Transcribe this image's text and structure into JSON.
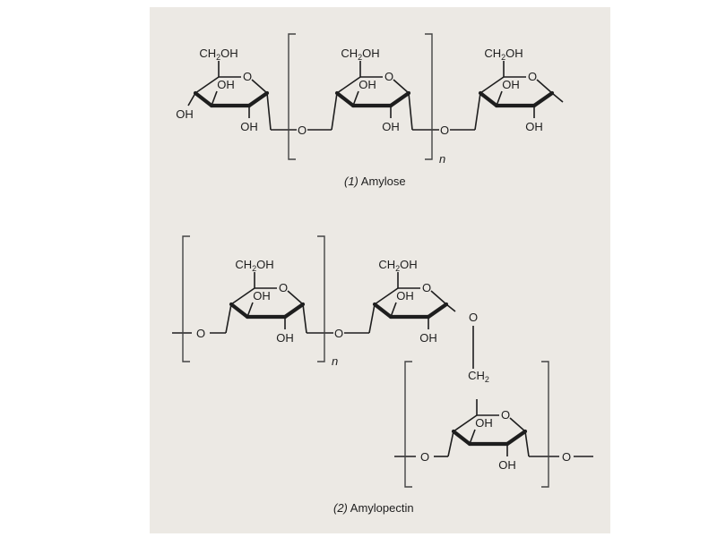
{
  "labels": {
    "ch2oh_prefix": "CH",
    "ch2oh_sub": "2",
    "ch2oh_suffix": "OH",
    "ch2_prefix": "CH",
    "ch2_sub": "2",
    "oh": "OH",
    "ring_o": "O",
    "link_o": "O",
    "repeat_n": "n"
  },
  "captions": {
    "amylose_num": "(1)",
    "amylose_name": " Amylose",
    "amylopectin_num": "(2)",
    "amylopectin_name": " Amylopectin"
  },
  "colors": {
    "background": "#ece9e4",
    "ink": "#1e1e1e"
  }
}
